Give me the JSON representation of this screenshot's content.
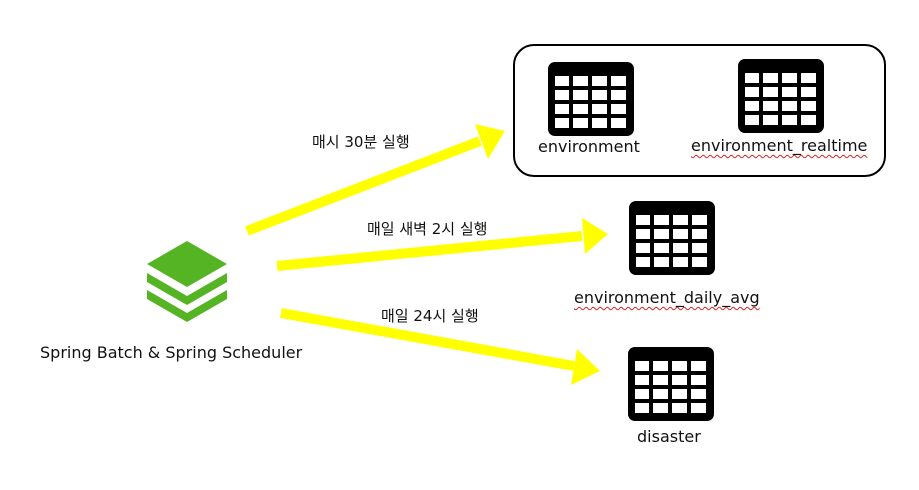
{
  "source": {
    "label": "Spring Batch & Spring Scheduler",
    "color": "#55b423"
  },
  "groups": [
    {
      "id": "realtime-group",
      "members": [
        "environment",
        "environment_realtime"
      ]
    }
  ],
  "tables": [
    {
      "id": "environment",
      "label": "environment",
      "spellcheck": false
    },
    {
      "id": "environment_realtime",
      "label": "environment_realtime",
      "spellcheck": true
    },
    {
      "id": "environment_daily_avg",
      "label": "environment_daily_avg",
      "spellcheck": true
    },
    {
      "id": "disaster",
      "label": "disaster",
      "spellcheck": false
    }
  ],
  "edges": [
    {
      "id": "hourly",
      "label": "매시 30분 실행",
      "target": "realtime-group"
    },
    {
      "id": "daily-2am",
      "label": "매일 새벽 2시 실행",
      "target": "environment_daily_avg"
    },
    {
      "id": "daily-24h",
      "label": "매일 24시 실행",
      "target": "disaster"
    }
  ],
  "colors": {
    "arrow": "#ffff00",
    "table": "#000000",
    "group_border": "#000000"
  }
}
